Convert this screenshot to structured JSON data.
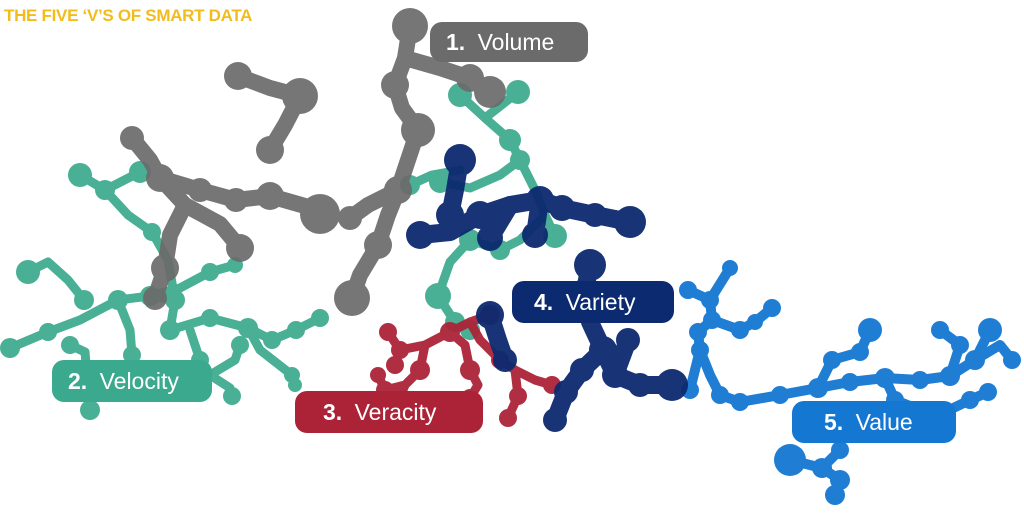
{
  "title": "THE FIVE ‘V’S OF SMART DATA",
  "colors": {
    "title": "#f2bc1b",
    "volume": "#6b6b6b",
    "velocity": "#3aa98d",
    "veracity": "#ac2338",
    "variety": "#0c2a6f",
    "value": "#1478d2"
  },
  "labels": {
    "volume": {
      "num": "1.",
      "text": "Volume"
    },
    "velocity": {
      "num": "2.",
      "text": "Velocity"
    },
    "veracity": {
      "num": "3.",
      "text": "Veracity"
    },
    "variety": {
      "num": "4.",
      "text": "Variety"
    },
    "value": {
      "num": "5.",
      "text": "Value"
    }
  }
}
